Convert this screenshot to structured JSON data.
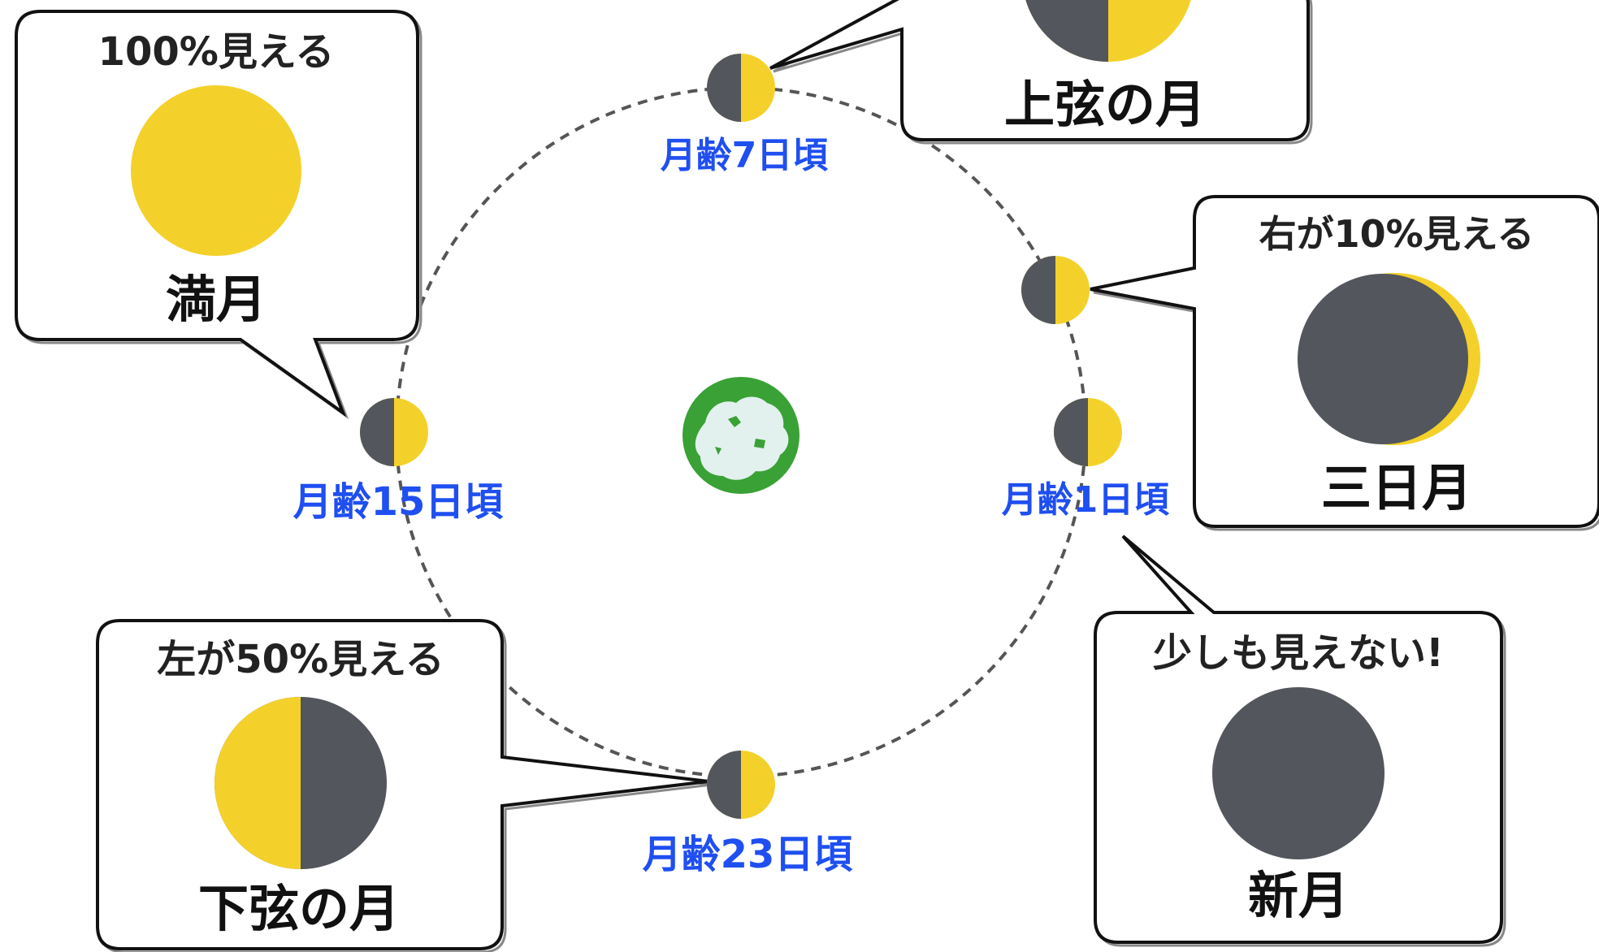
{
  "colors": {
    "moon_lit": "#f4d12a",
    "moon_dark": "#53565c",
    "age_label": "#1f4ff0",
    "orbit": "#555555",
    "earth_land": "#39a135",
    "earth_ice": "#e2f0ee",
    "callout_border": "#111111"
  },
  "orbit_positions": [
    {
      "id": "age7",
      "label": "月齢7日頃"
    },
    {
      "id": "age3",
      "label": ""
    },
    {
      "id": "age1",
      "label": "月齢1日頃"
    },
    {
      "id": "age15",
      "label": "月齢15日頃"
    },
    {
      "id": "age23",
      "label": "月齢23日頃"
    }
  ],
  "callouts": {
    "full_moon": {
      "visibility": "100%見える",
      "name": "満月",
      "lit_fraction": 1.0,
      "lit_side": "all"
    },
    "first_quarter": {
      "visibility": "",
      "name": "上弦の月",
      "lit_fraction": 0.5,
      "lit_side": "right"
    },
    "crescent": {
      "visibility": "右が10%見える",
      "name": "三日月",
      "lit_fraction": 0.1,
      "lit_side": "right"
    },
    "new_moon": {
      "visibility": "少しも見えない!",
      "name": "新月",
      "lit_fraction": 0.0,
      "lit_side": "none"
    },
    "last_quarter": {
      "visibility": "左が50%見える",
      "name": "下弦の月",
      "lit_fraction": 0.5,
      "lit_side": "left"
    }
  }
}
